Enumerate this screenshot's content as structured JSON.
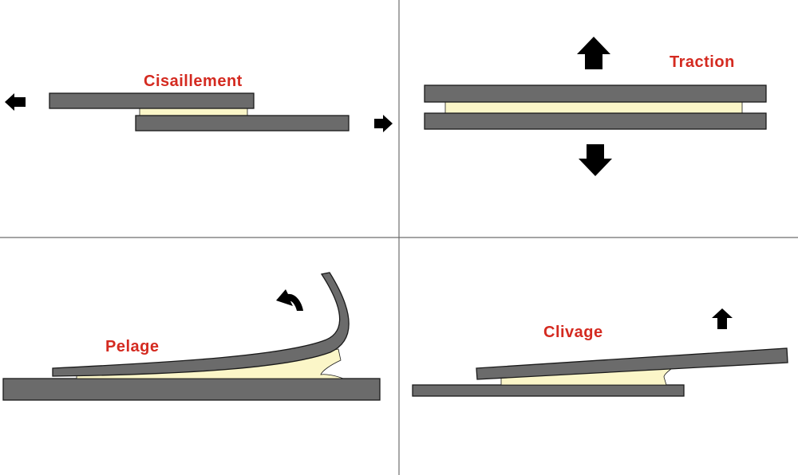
{
  "colors": {
    "substrate": "#6b6b6b",
    "outline": "#1a1a1a",
    "adhesive": "#fbf6c8",
    "label": "#d42a20",
    "arrow": "#000000",
    "divider": "#6e6e6e"
  },
  "panels": {
    "shear": {
      "label": "Cisaillement"
    },
    "tension": {
      "label": "Traction"
    },
    "peel": {
      "label": "Pelage"
    },
    "cleavage": {
      "label": "Clivage"
    }
  },
  "icons": [
    "arrow-left-icon",
    "arrow-right-icon",
    "arrow-up-icon",
    "arrow-down-icon",
    "curved-arrow-icon"
  ]
}
